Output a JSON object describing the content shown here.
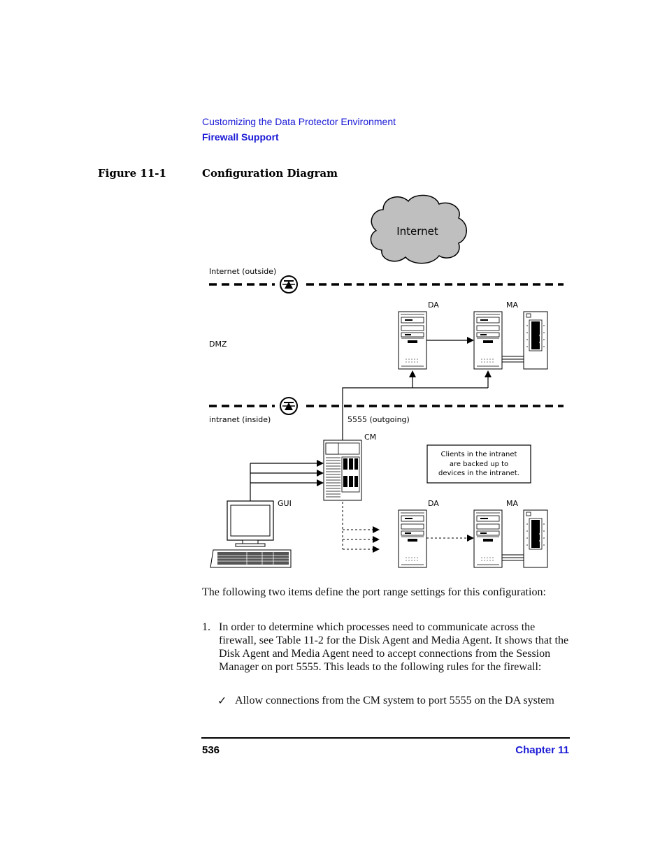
{
  "header": {
    "section": "Customizing the Data Protector Environment",
    "subsection": "Firewall Support"
  },
  "figure": {
    "number": "Figure 11-1",
    "title": "Configuration Diagram",
    "labels": {
      "cloud": "Internet",
      "internet_outside": "Internet (outside)",
      "dmz": "DMZ",
      "intranet_inside": "intranet (inside)",
      "port": "5555 (outgoing)",
      "cm": "CM",
      "gui": "GUI",
      "da": "DA",
      "ma": "MA",
      "note_line1": "Clients in the intranet",
      "note_line2": "are backed up to",
      "note_line3": "devices in the intranet."
    }
  },
  "body": {
    "intro": "The following two items define the port range settings for this configuration:",
    "item1_num": "1.",
    "item1": "In order to determine which processes need to communicate across the firewall, see Table 11-2 for the Disk Agent and Media Agent. It shows that the Disk Agent and Media Agent need to accept connections from the Session Manager on port 5555. This leads to the following rules for the firewall:",
    "check_icon": "check-mark-icon",
    "sub_item": "Allow connections from the CM system to port 5555 on the DA system"
  },
  "footer": {
    "page_number": "536",
    "chapter": "Chapter 11"
  }
}
